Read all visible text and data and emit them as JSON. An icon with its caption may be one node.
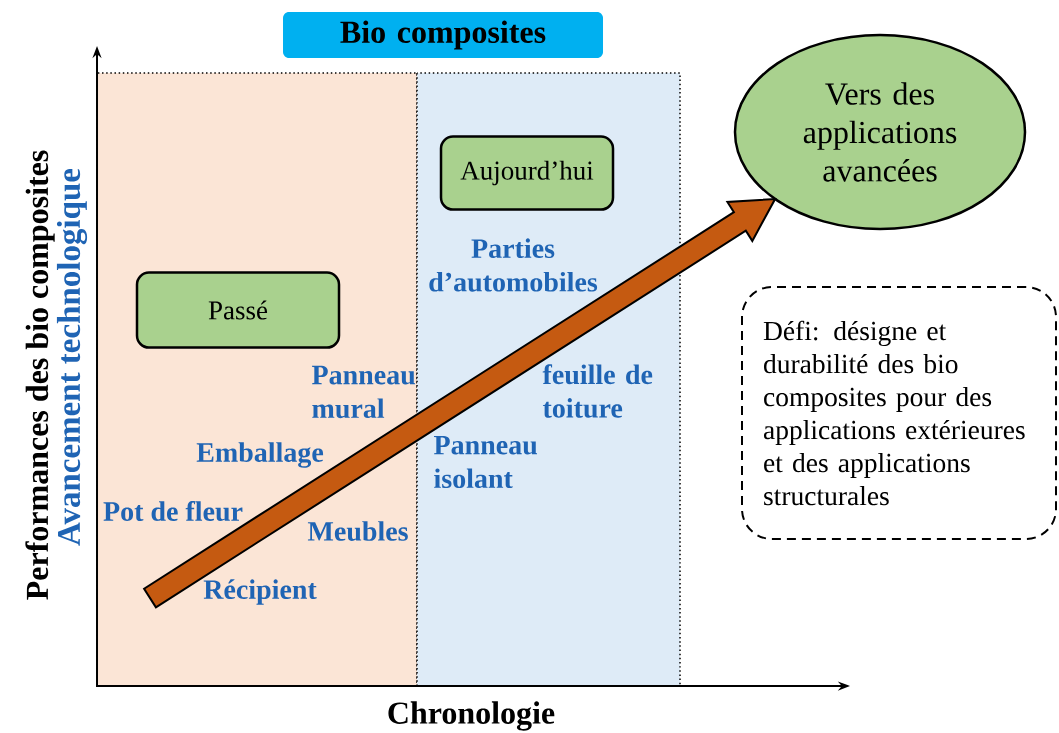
{
  "diagram": {
    "nodes": [
      {
        "text": [
          "Bio composites"
        ]
      },
      {
        "text": [
          "Passé"
        ]
      },
      {
        "text": [
          "Aujourd’hui"
        ]
      },
      {
        "text": [
          "Vers des applications avancées"
        ]
      },
      {
        "text": [
          "Défi: désigne et durabilité des bio composites pour des applications extérieures et des applications structurales"
        ]
      }
    ],
    "edges": [
      {
        "from": null,
        "to": 3,
        "arrow": "to",
        "style": "thick",
        "color": "#c55a11"
      }
    ],
    "labels": [
      "Performances des bio composites",
      "Avancement technologique",
      "Parties d’automobiles",
      "Panneau mural",
      "feuille de toiture",
      "Emballage",
      "Panneau isolant",
      "Pot de fleur",
      "Meubles",
      "Récipient",
      "Chronologie"
    ]
  }
}
